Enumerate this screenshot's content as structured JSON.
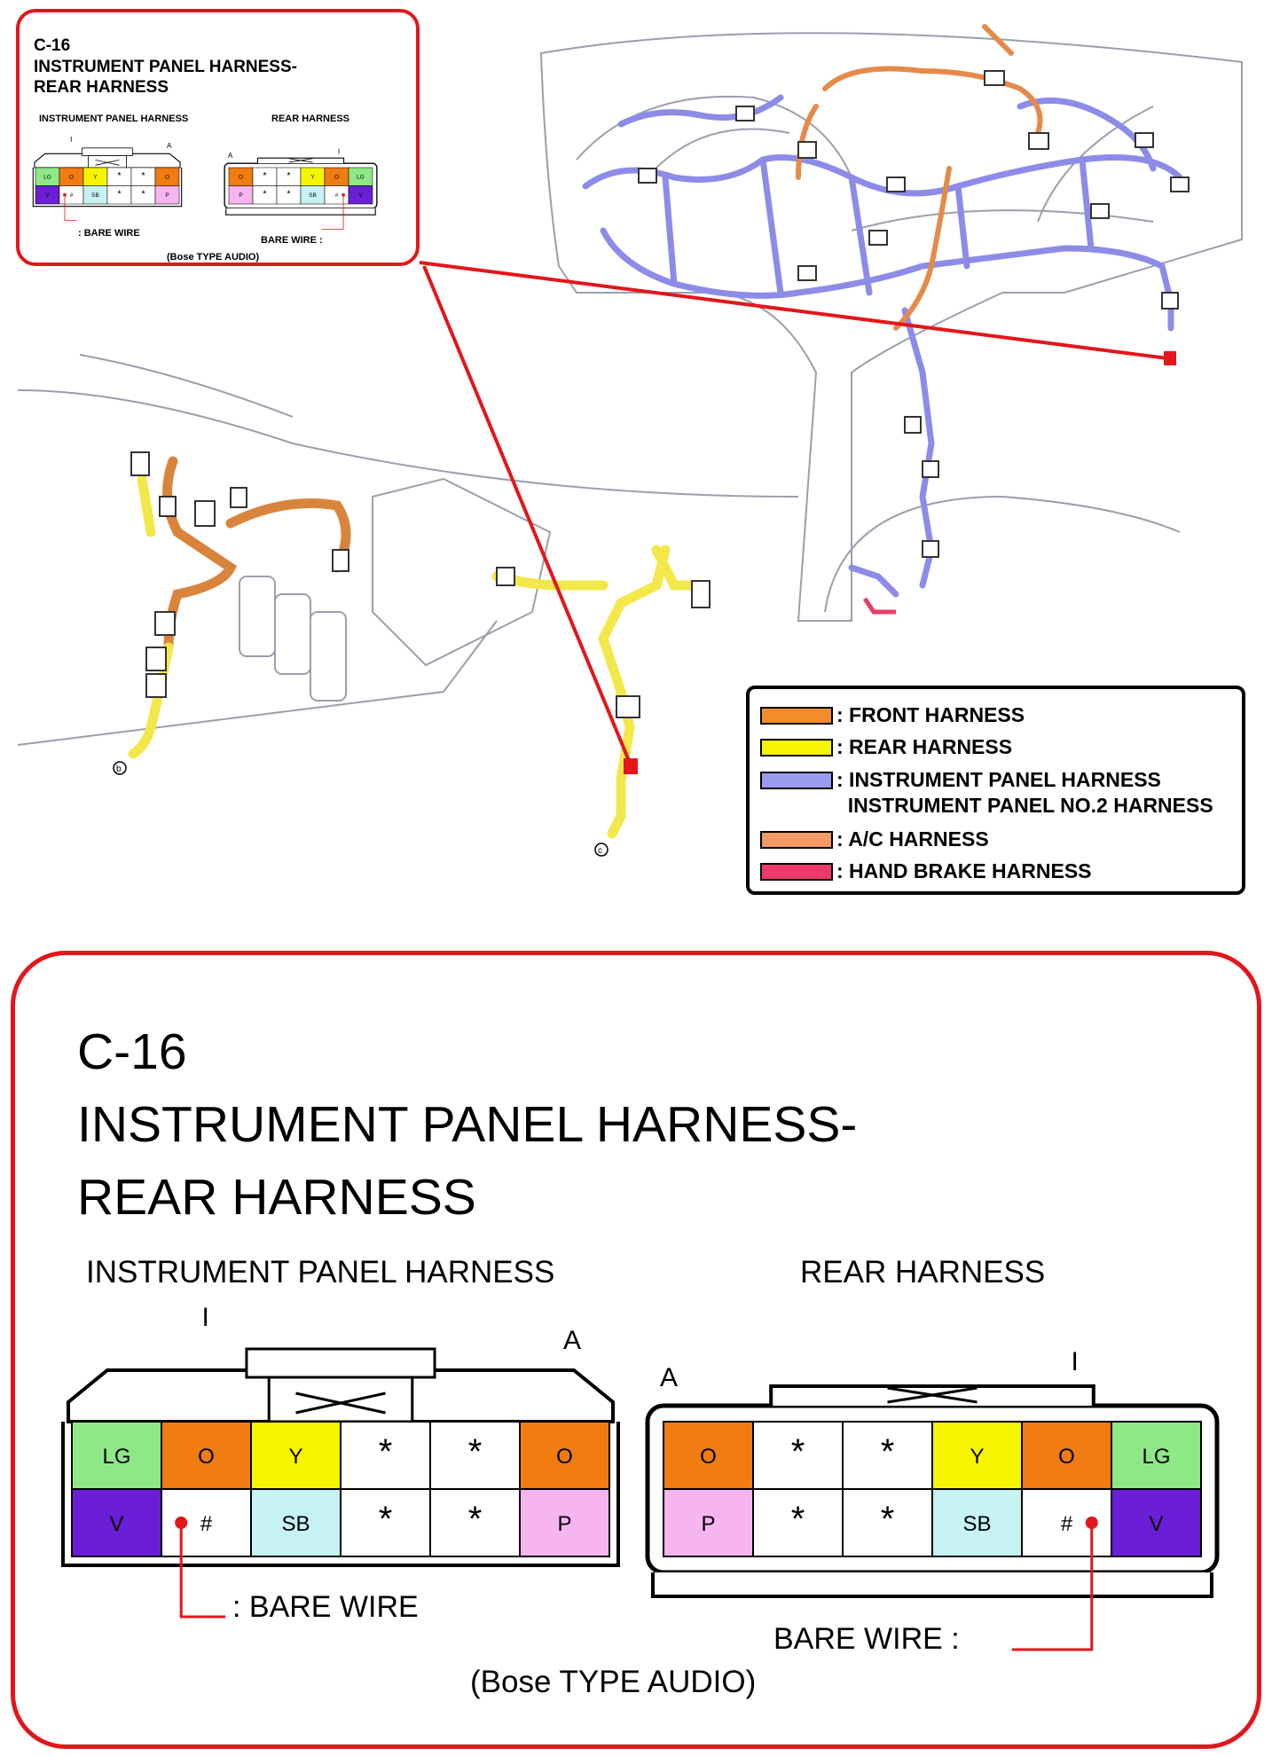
{
  "connector": {
    "id": "C-16",
    "title_line1": "INSTRUMENT PANEL HARNESS-",
    "title_line2": "REAR HARNESS",
    "left_label": "INSTRUMENT PANEL HARNESS",
    "right_label": "REAR HARNESS",
    "mark_i": "I",
    "mark_a": "A",
    "bare_wire_left": ": BARE WIRE",
    "bare_wire_right": "BARE WIRE :",
    "footnote": "(Bose TYPE AUDIO)",
    "left_pins": [
      [
        "LG",
        "O",
        "Y",
        "*",
        "*",
        "O"
      ],
      [
        "V",
        "#",
        "SB",
        "*",
        "*",
        "P"
      ]
    ],
    "right_pins": [
      [
        "O",
        "*",
        "*",
        "Y",
        "O",
        "LG"
      ],
      [
        "P",
        "*",
        "*",
        "SB",
        "#",
        "V"
      ]
    ]
  },
  "pin_colors": {
    "LG": "#8ee886",
    "O": "#f07c12",
    "Y": "#f5f500",
    "V": "#6a1fd6",
    "SB": "#c6f2f4",
    "P": "#f6b4f0",
    "*": "#ffffff",
    "#": "#ffffff"
  },
  "legend": {
    "items": [
      {
        "color": "#f28c2c",
        "label": ": FRONT HARNESS"
      },
      {
        "color": "#f5f500",
        "label": ": REAR HARNESS"
      },
      {
        "color": "#9a9af0",
        "label": ": INSTRUMENT PANEL HARNESS\n  INSTRUMENT PANEL NO.2 HARNESS"
      },
      {
        "color": "#f59a66",
        "label": ": A/C HARNESS"
      },
      {
        "color": "#ee3a6a",
        "label": ": HAND BRAKE HARNESS"
      }
    ]
  },
  "markers": {
    "b": "b",
    "c": "c"
  },
  "colors": {
    "callout": "#e3161b",
    "dash_line": "#b9b9c8",
    "ip_wire": "#8c8ce8",
    "front_wire": "#d9843c",
    "rear_wire": "#f3e84a"
  }
}
